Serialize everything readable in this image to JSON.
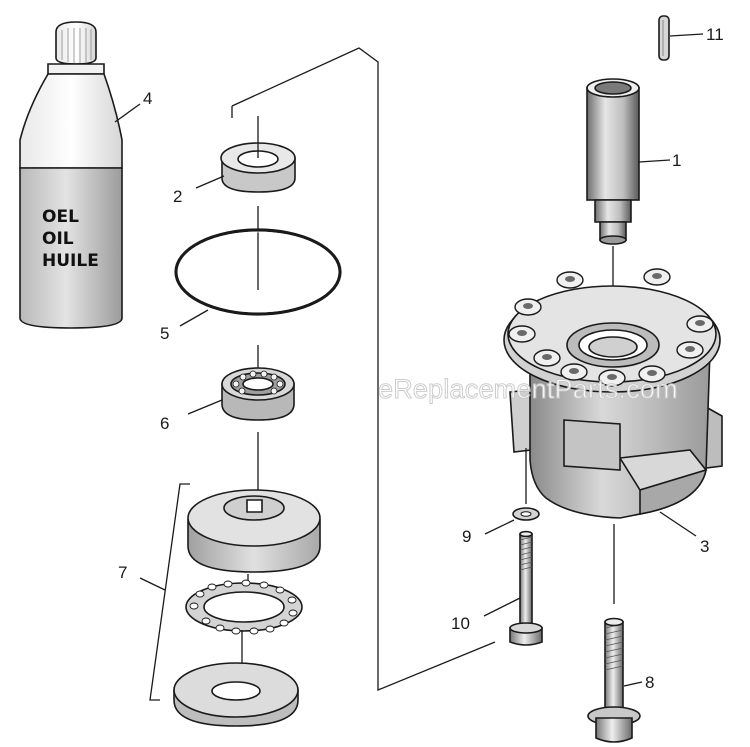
{
  "callouts": {
    "c1": "1",
    "c2": "2",
    "c3": "3",
    "c4": "4",
    "c5": "5",
    "c6": "6",
    "c7": "7",
    "c8": "8",
    "c9": "9",
    "c10": "10",
    "c11": "11"
  },
  "bottle_label": {
    "line1": "OEL",
    "line2": "OIL",
    "line3": "HUILE"
  },
  "watermark": "eReplacementParts.com"
}
